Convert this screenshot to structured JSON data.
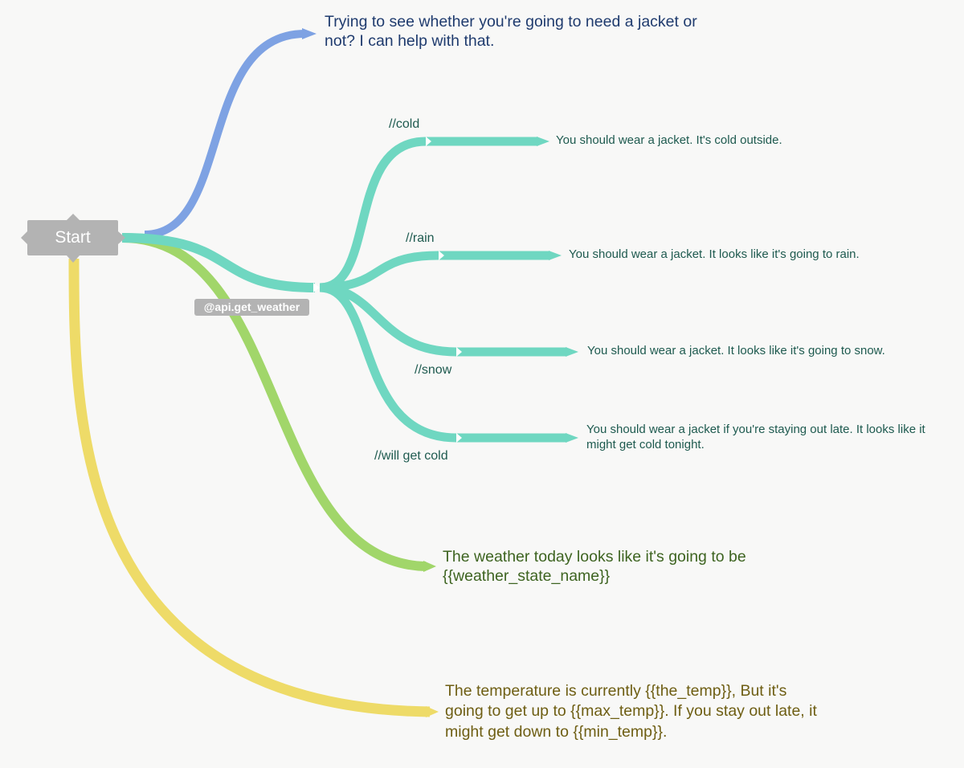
{
  "start_node": {
    "label": "Start"
  },
  "api_call": {
    "label": "@api.get_weather"
  },
  "messages": {
    "intro": "Trying to see whether you're going to need a jacket or not? I can help with that.",
    "weather_state": "The weather today looks like it's going to be {{weather_state_name}}",
    "temperature": "The temperature is currently {{the_temp}}, But it's going to get up to {{max_temp}}. If you stay out late, it might get down to {{min_temp}}."
  },
  "conditions": [
    {
      "label": "//cold",
      "response": "You should wear a jacket. It's cold outside."
    },
    {
      "label": "//rain",
      "response": "You should wear a jacket. It looks like it's going to rain."
    },
    {
      "label": "//snow",
      "response": "You should wear a jacket. It looks like it's going to snow."
    },
    {
      "label": "//will get cold",
      "response": "You should wear a jacket if you're staying out late. It looks like it might get cold tonight."
    }
  ],
  "colors": {
    "intro_branch": "#7ea2e3",
    "condition_branch": "#6fd7c1",
    "weather_branch": "#a1d66a",
    "temperature_branch": "#eedb68",
    "node_fill": "#b3b3b3"
  }
}
